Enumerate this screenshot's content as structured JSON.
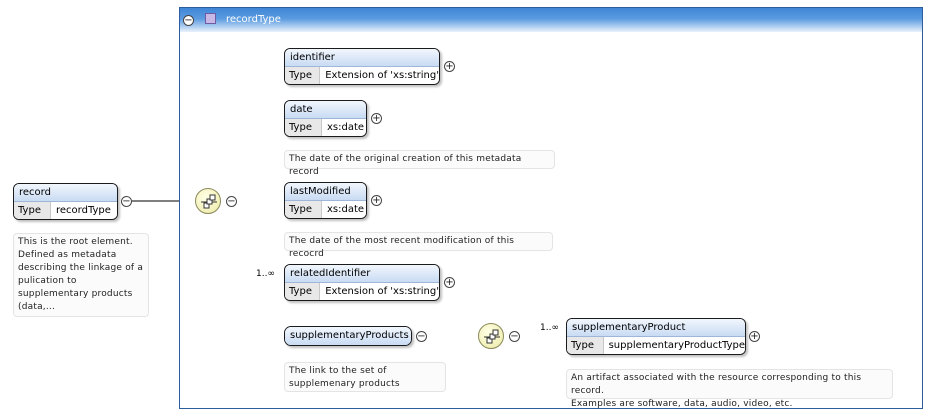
{
  "frame": {
    "title": "recordType",
    "collapse_symbol": "−"
  },
  "root": {
    "name": "record",
    "type_label": "Type",
    "type_value": "recordType",
    "annotation": "This is the root element.\nDefined as metadata\ndescribing the linkage of a\npulication to\nsupplementary products\n(data,..."
  },
  "children": {
    "identifier": {
      "name": "identifier",
      "type_label": "Type",
      "type_value": "Extension of 'xs:string'"
    },
    "date": {
      "name": "date",
      "type_label": "Type",
      "type_value": "xs:date",
      "annotation": "The date of the original creation of this metadata record"
    },
    "lastModified": {
      "name": "lastModified",
      "type_label": "Type",
      "type_value": "xs:date",
      "annotation": "The date of the most recent modification of this recocrd"
    },
    "relatedIdentifier": {
      "name": "relatedIdentifier",
      "type_label": "Type",
      "type_value": "Extension of 'xs:string'",
      "cardinality": "1..∞"
    },
    "supplementaryProducts": {
      "name": "supplementaryProducts",
      "annotation": "The link to the set of\nsupplemenary products"
    },
    "supplementaryProduct": {
      "name": "supplementaryProduct",
      "type_label": "Type",
      "type_value": "supplementaryProductType",
      "cardinality": "1..∞",
      "annotation": "An artifact associated with the resource corresponding to this record.\nExamples are software, data, audio, video, etc."
    }
  },
  "symbols": {
    "plus": "+",
    "minus": "−"
  },
  "colors": {
    "frame_border": "#2b5d9f",
    "header_blue": "#3f86d6",
    "name_band": "#c8dbf3",
    "sequence_fill": "#f2f0b8"
  }
}
